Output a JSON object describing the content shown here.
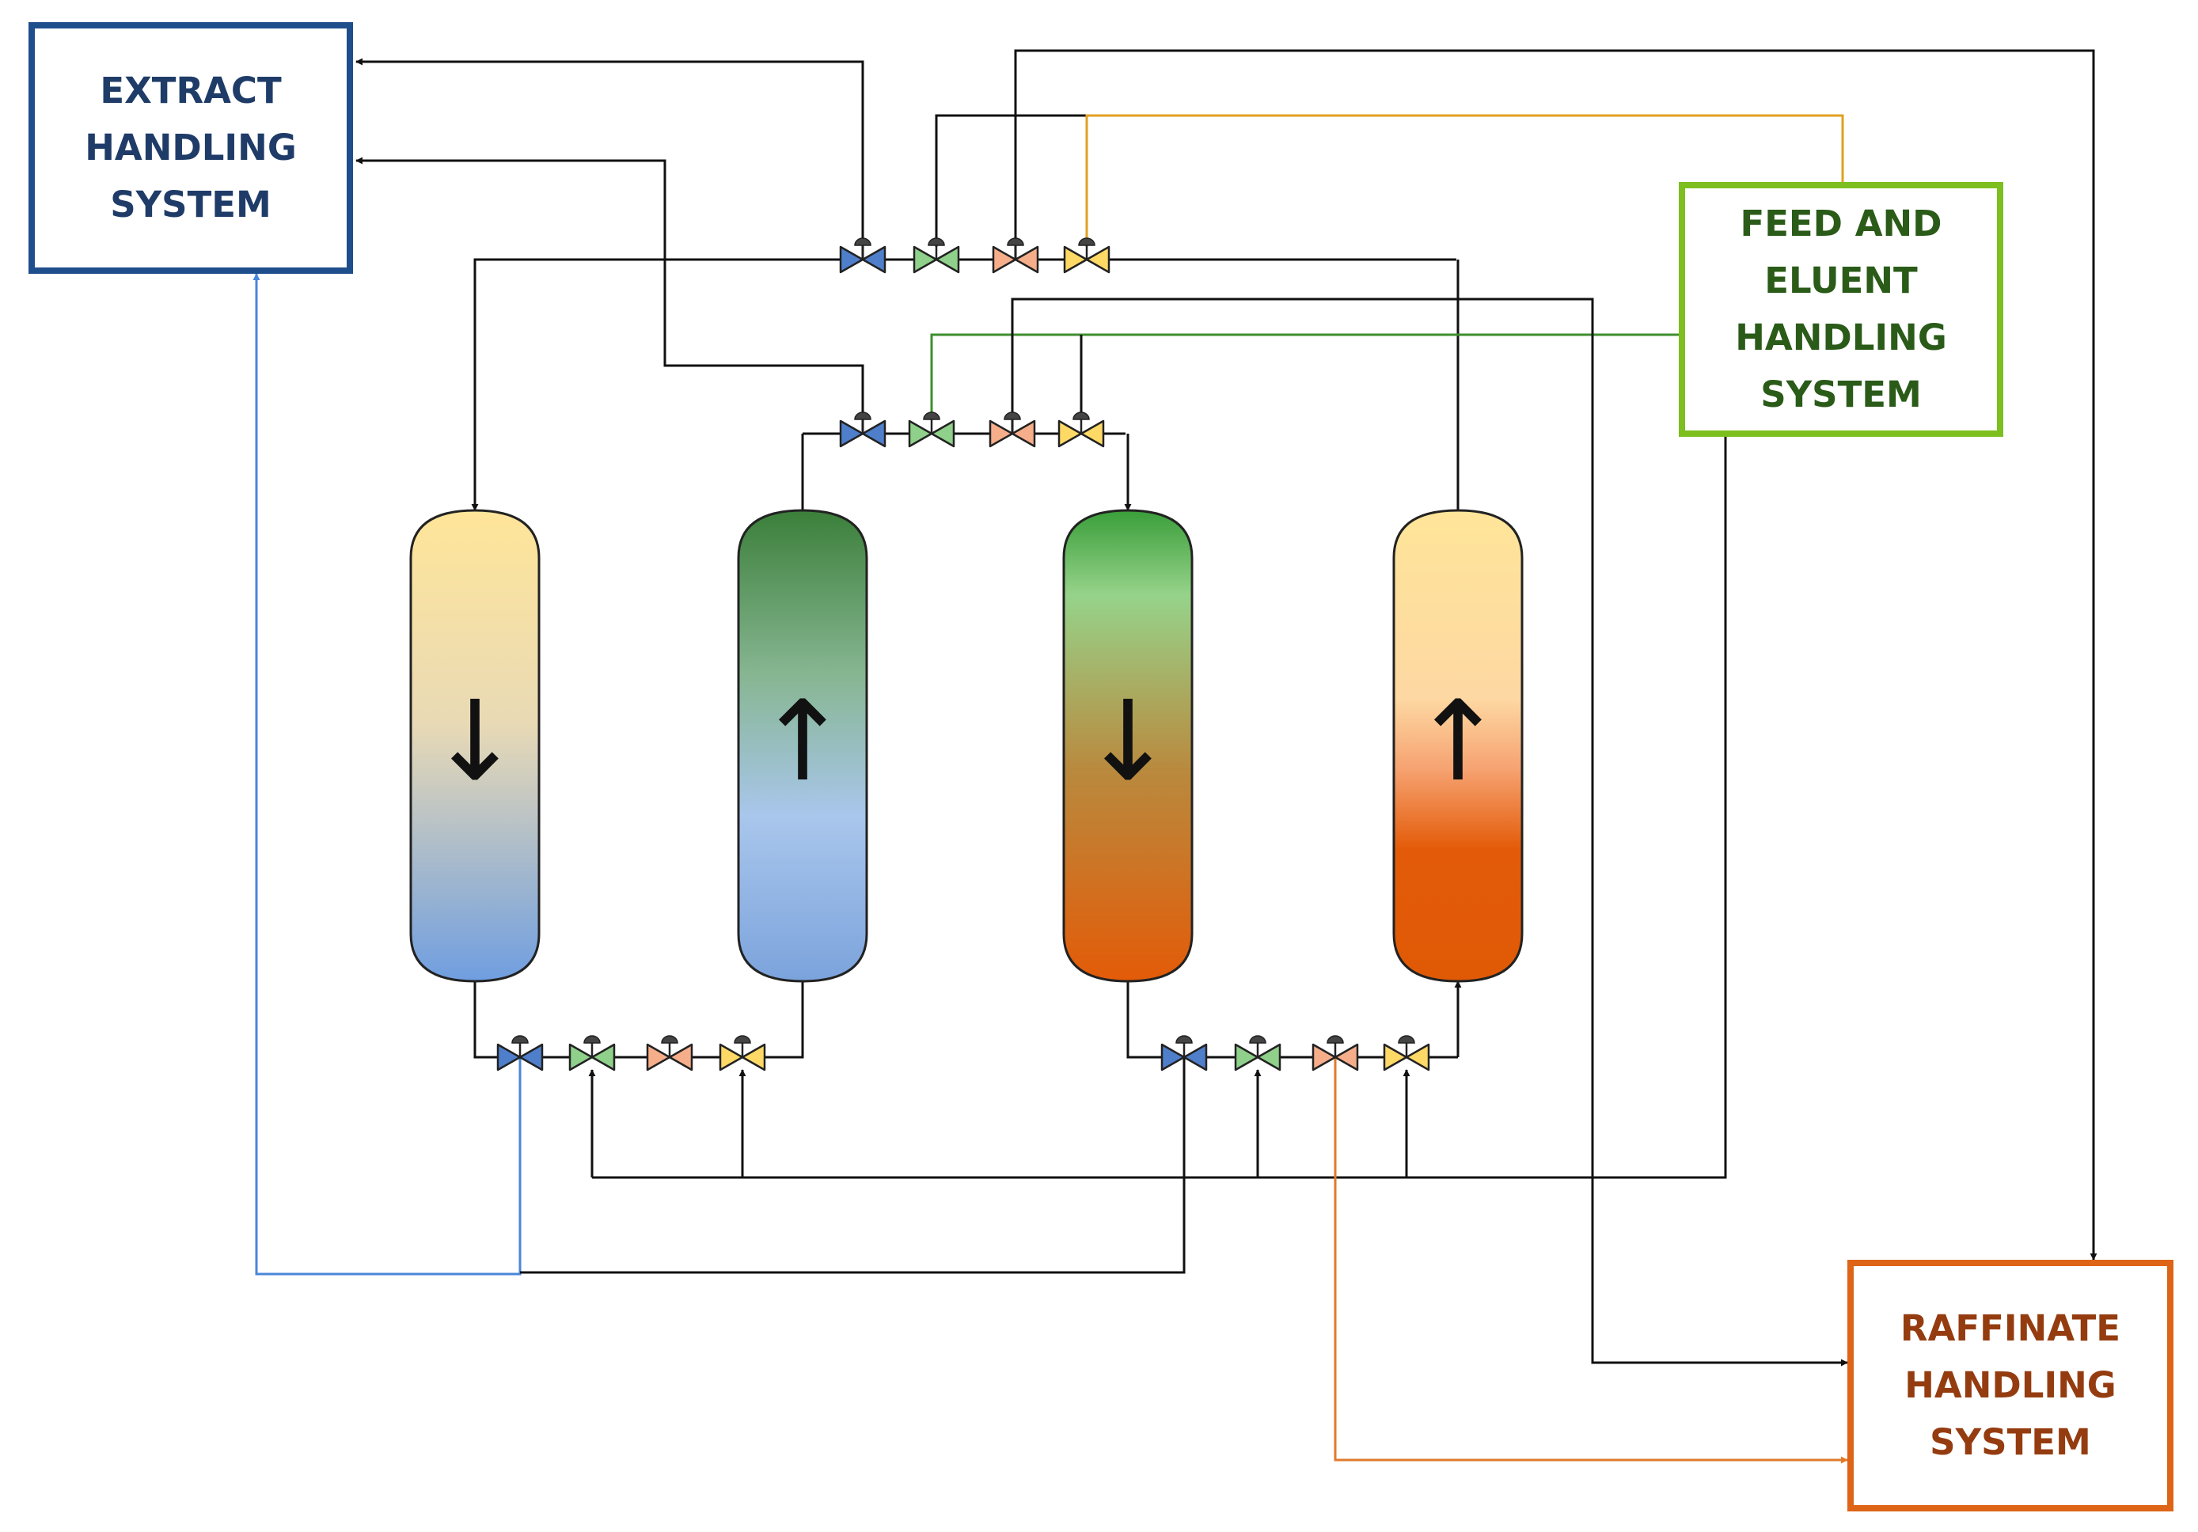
{
  "boxes": {
    "extract": {
      "lines": [
        "EXTRACT",
        "HANDLING",
        "SYSTEM"
      ]
    },
    "feed": {
      "lines": [
        "FEED AND",
        "ELUENT",
        "HANDLING",
        "SYSTEM"
      ]
    },
    "raffinate": {
      "lines": [
        "RAFFINATE",
        "HANDLING",
        "SYSTEM"
      ]
    }
  },
  "columns": [
    {
      "id": "column-1",
      "flow": "down",
      "arrow": "↓"
    },
    {
      "id": "column-2",
      "flow": "up",
      "arrow": "↑"
    },
    {
      "id": "column-3",
      "flow": "down",
      "arrow": "↓"
    },
    {
      "id": "column-4",
      "flow": "up",
      "arrow": "↑"
    }
  ],
  "colors": {
    "extract": "#1f4e8c",
    "feed": "#7cbf1e",
    "raffinate": "#de6418",
    "valve_blue": "#4f7fcb",
    "valve_green": "#8fd08a",
    "valve_salmon": "#f6ae8a",
    "valve_yellow": "#ffd966",
    "line_blue": "#4a86d8",
    "line_orange": "#e07a2c",
    "line_green": "#3e8f2e",
    "line_gold": "#e0a020"
  }
}
